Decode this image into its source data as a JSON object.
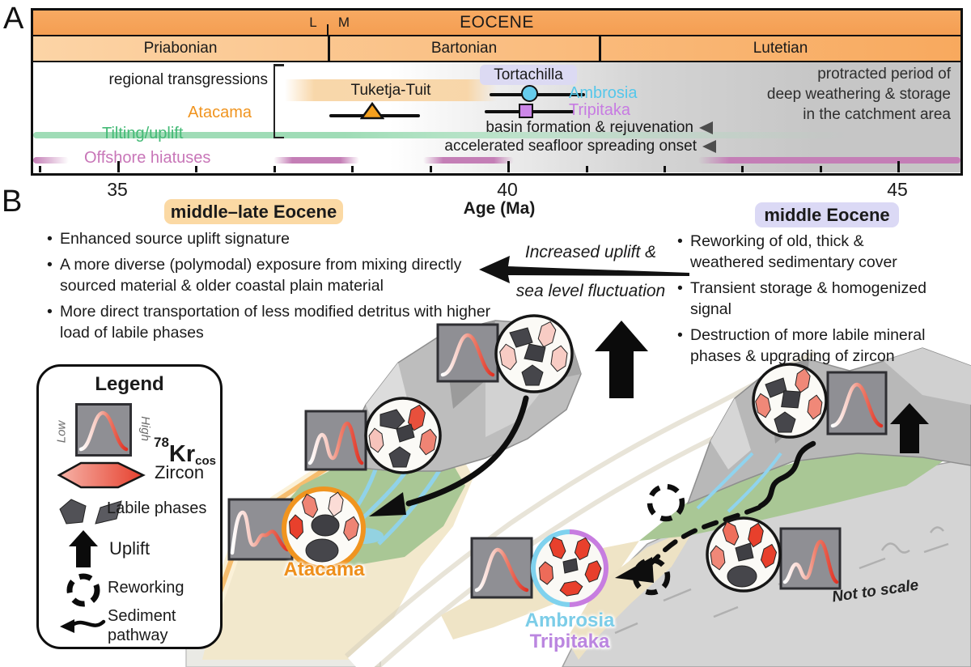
{
  "panelA": {
    "label": "A",
    "epoch": "EOCENE",
    "sub_l": "L",
    "sub_m": "M",
    "stages": [
      "Priabonian",
      "Bartonian",
      "Lutetian"
    ],
    "ev": {
      "regional": "regional transgressions",
      "tuketja": "Tuketja-Tuit",
      "atacama": "Atacama",
      "tortachilla": "Tortachilla",
      "ambrosia": "Ambrosia",
      "tripitaka": "Tripitaka",
      "basin": "basin formation & rejuvenation",
      "seafloor": "accelerated seafloor spreading onset",
      "weathering1": "protracted period of",
      "weathering2": "deep weathering & storage",
      "weathering3": "in the catchment area",
      "tilting": "Tilting/uplift",
      "offshore": "Offshore hiatuses"
    },
    "axis": {
      "t35": "35",
      "t40": "40",
      "t45": "45",
      "label": "Age (Ma)"
    }
  },
  "panelB": {
    "label": "B",
    "left": {
      "heading": "middle–late Eocene",
      "bullets": [
        "Enhanced source uplift signature",
        "A more diverse (polymodal) exposure from mixing directly sourced material & older coastal plain material",
        "More direct transportation of less modified detritus with higher load of labile phases"
      ]
    },
    "right": {
      "heading": "middle Eocene",
      "bullets": [
        "Reworking of old, thick & weathered sedimentary cover",
        "Transient storage & homogenized signal",
        "Destruction of more labile mineral phases & upgrading of zircon"
      ]
    },
    "arrow": {
      "l1": "Increased uplift &",
      "l2": "sea level fluctuation"
    },
    "legend": {
      "title": "Legend",
      "low": "Low",
      "high": "High",
      "iso_sup": "78",
      "iso": "Kr",
      "iso_sub": "cos",
      "zircon": "Zircon",
      "labile": "Labile phases",
      "uplift": "Uplift",
      "reworking": "Reworking",
      "pathway": "Sediment pathway"
    },
    "labels": {
      "atacama": "Atacama",
      "ambrosia": "Ambrosia",
      "tripitaka": "Tripitaka",
      "scale": "Not to scale"
    }
  },
  "colors": {
    "epoch_orange": "#F6A45C",
    "stage_light": "#FCD4A6",
    "atacama_orange": "#F0941F",
    "ambrosia_cyan": "#55C7EA",
    "tripitaka_purple": "#C77BE2",
    "tilting_green": "#44BA76",
    "hiatus_pink": "#C876B8",
    "pill_orange": "#FBD9A4",
    "pill_lavender": "#DBD9F5",
    "zircon_red": "#E8402C",
    "labile_gray": "#46464B"
  }
}
